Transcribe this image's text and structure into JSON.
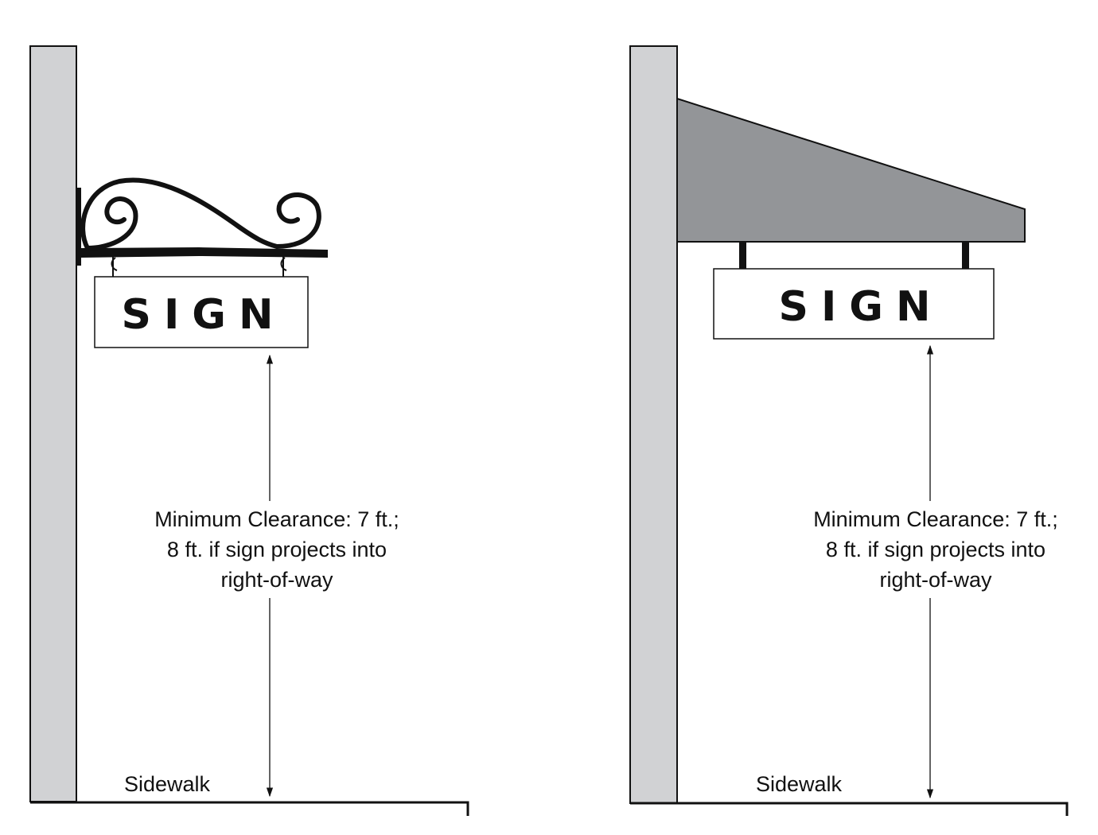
{
  "left_panel": {
    "sign_text": "SIGN",
    "clearance_lines": [
      "Minimum Clearance: 7 ft.;",
      "8 ft. if sign projects into",
      "right-of-way"
    ],
    "ground_label": "Sidewalk"
  },
  "right_panel": {
    "sign_text": "SIGN",
    "clearance_lines": [
      "Minimum Clearance: 7 ft.;",
      "8 ft. if sign projects into",
      "right-of-way"
    ],
    "ground_label": "Sidewalk"
  },
  "colors": {
    "wall": "#d1d2d4",
    "awning": "#939598",
    "ink": "#111111"
  }
}
